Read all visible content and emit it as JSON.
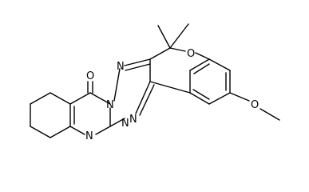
{
  "molecule": {
    "atoms": [
      {
        "id": "O1",
        "symbol": "O"
      },
      {
        "id": "N1",
        "symbol": "N"
      },
      {
        "id": "N2",
        "symbol": "N"
      },
      {
        "id": "N3",
        "symbol": "N"
      },
      {
        "id": "N4",
        "symbol": "N"
      },
      {
        "id": "N5",
        "symbol": "N"
      },
      {
        "id": "O2",
        "symbol": "O"
      },
      {
        "id": "O3",
        "symbol": "O"
      }
    ]
  }
}
